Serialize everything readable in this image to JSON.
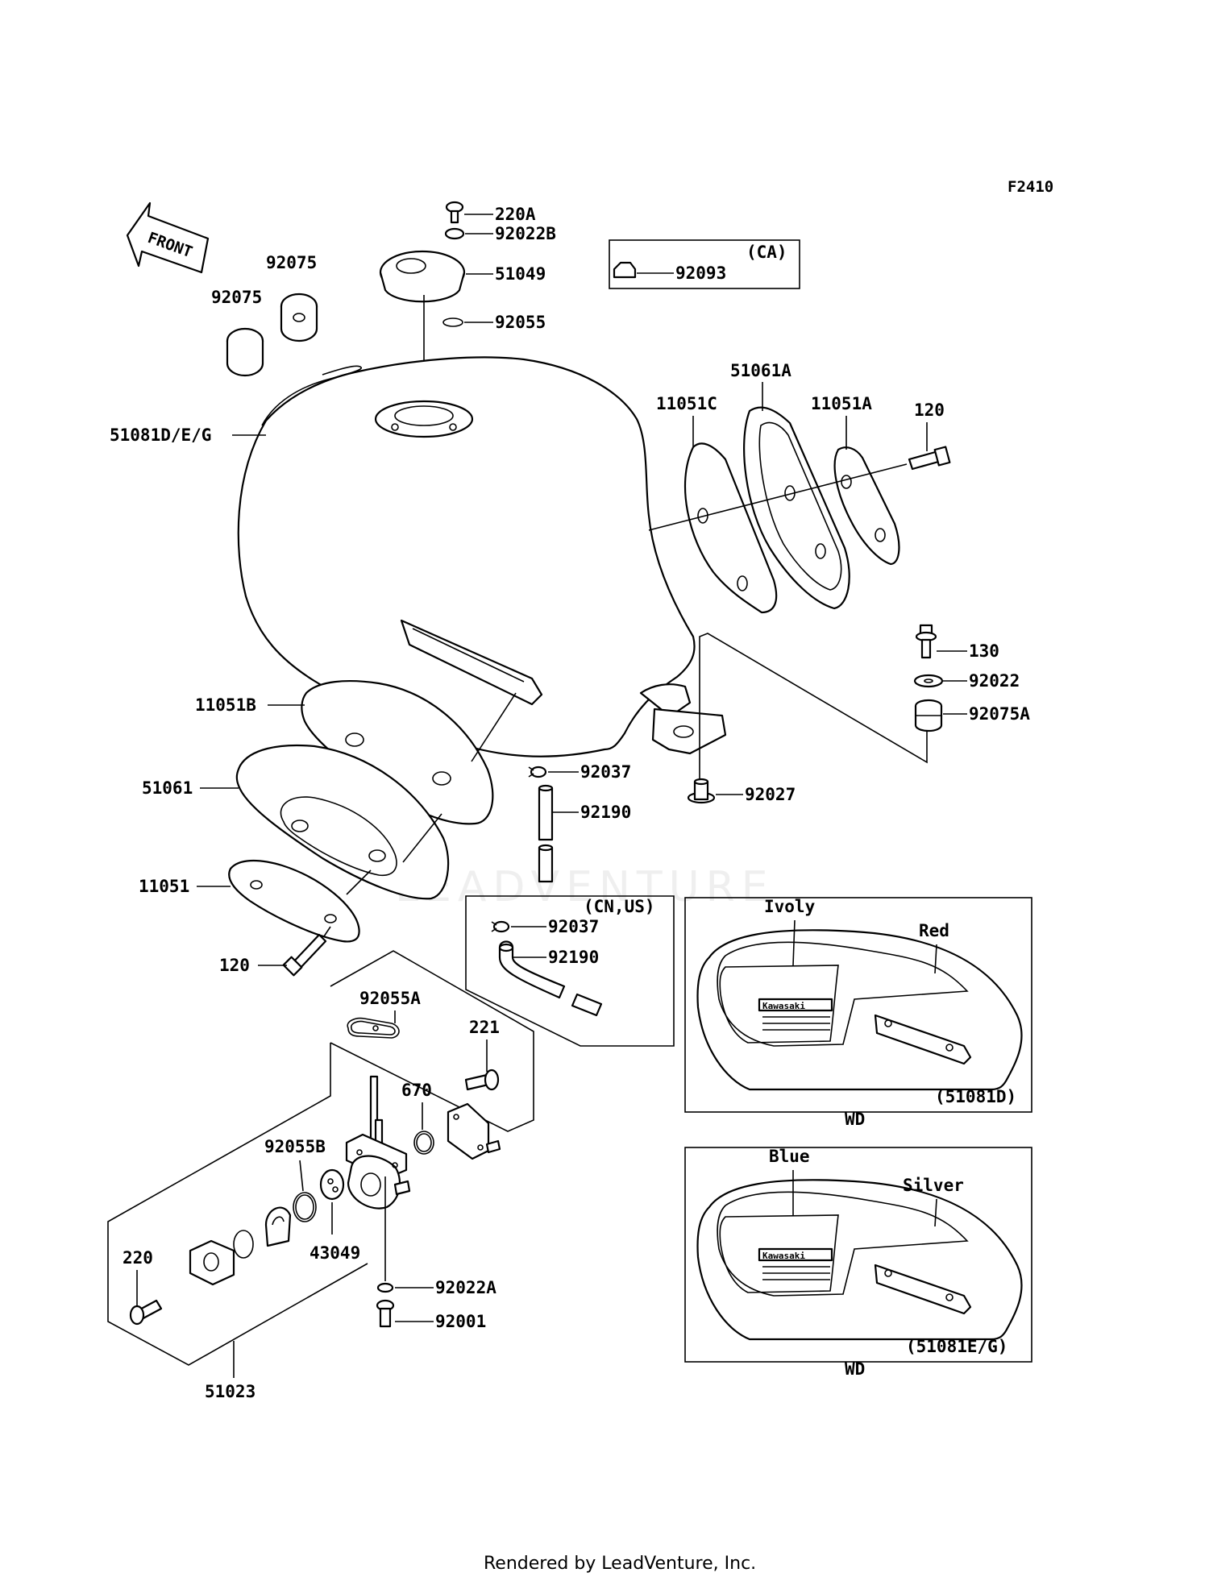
{
  "figure_code": "F2410",
  "front_arrow_text": "FRONT",
  "watermark": "LEADVENTURE",
  "footer": "Rendered by LeadVenture, Inc.",
  "labels": {
    "p220A": "220A",
    "p92022B": "92022B",
    "p51049": "51049",
    "p92055": "92055",
    "p92075a": "92075",
    "p92075b": "92075",
    "p51081DEG": "51081D/E/G",
    "p92093": "92093",
    "caNote": "(CA)",
    "p51061A": "51061A",
    "p11051C": "11051C",
    "p11051A": "11051A",
    "p120a": "120",
    "p130": "130",
    "p92022": "92022",
    "p92075A": "92075A",
    "p92027": "92027",
    "p11051B": "11051B",
    "p51061": "51061",
    "p11051": "11051",
    "p120b": "120",
    "p92037a": "92037",
    "p92190a": "92190",
    "cnusNote": "(CN,US)",
    "p92037b": "92037",
    "p92190b": "92190",
    "p92055A": "92055A",
    "p221": "221",
    "p670": "670",
    "p92055B": "92055B",
    "p43049": "43049",
    "p220": "220",
    "p92022A": "92022A",
    "p92001": "92001",
    "p51023": "51023"
  },
  "variant_d": {
    "color1": "Ivoly",
    "color2": "Red",
    "code": "(51081D)",
    "note": "WD",
    "logo": "Kawasaki"
  },
  "variant_eg": {
    "color1": "Blue",
    "color2": "Silver",
    "code": "(51081E/G)",
    "note": "WD",
    "logo": "Kawasaki"
  }
}
